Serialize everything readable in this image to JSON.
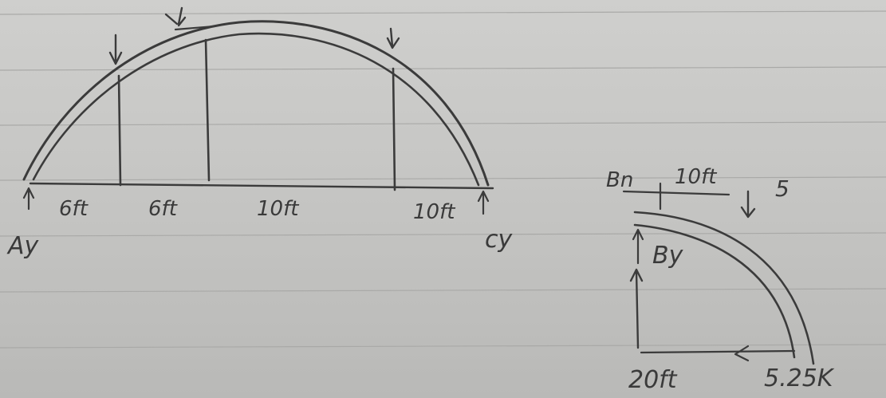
{
  "arch": {
    "support_left": "Ay",
    "support_right": "cy",
    "segments": [
      "6ft",
      "6ft",
      "10ft",
      "10ft"
    ]
  },
  "detail": {
    "top_label": "Bn",
    "top_length": "10ft",
    "top_load": "5",
    "reaction": "By",
    "bottom_length": "20ft",
    "bottom_load": "5.25K"
  }
}
